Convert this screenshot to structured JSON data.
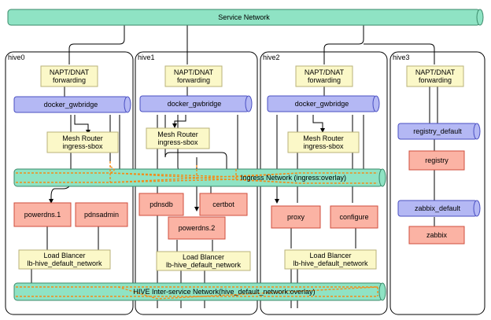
{
  "service_network": {
    "label": "Service Network"
  },
  "ingress_network": {
    "label": "Ingress Network (ingress:overlay)"
  },
  "inter_network": {
    "label": "HIVE Inter-service Network(hive_default_network:overlay)"
  },
  "hives": {
    "hive0": {
      "label": "hive0",
      "napt": [
        "NAPT/DNAT",
        "forwarding"
      ],
      "gwbridge": "docker_gwbridge",
      "router": [
        "Mesh Router",
        "ingress-sbox"
      ],
      "services": [
        "powerdns.1",
        "pdnsadmin"
      ],
      "lb": [
        "Load Blancer",
        "lb-hive_default_network"
      ]
    },
    "hive1": {
      "label": "hive1",
      "napt": [
        "NAPT/DNAT",
        "forwarding"
      ],
      "gwbridge": "docker_gwbridge",
      "router": [
        "Mesh Router",
        "ingress-sbox"
      ],
      "services": [
        "pdnsdb",
        "certbot",
        "powerdns.2"
      ],
      "lb": [
        "Load Blancer",
        "lb-hive_default_network"
      ]
    },
    "hive2": {
      "label": "hive2",
      "napt": [
        "NAPT/DNAT",
        "forwarding"
      ],
      "gwbridge": "docker_gwbridge",
      "router": [
        "Mesh Router",
        "ingress-sbox"
      ],
      "services": [
        "proxy",
        "configure"
      ],
      "lb": [
        "Load Blancer",
        "lb-hive_default_network"
      ]
    },
    "hive3": {
      "label": "hive3",
      "napt": [
        "NAPT/DNAT",
        "forwarding"
      ],
      "registry_net": "registry_default",
      "registry": "registry",
      "zabbix_net": "zabbix_default",
      "zabbix": "zabbix"
    }
  },
  "colors": {
    "network_fill": "#8fe3c4",
    "network_stroke": "#3b8a6a",
    "bridge_fill": "#b4b8f4",
    "bridge_stroke": "#4a4fc2",
    "note_fill": "#fbf8c8",
    "note_stroke": "#b8b27a",
    "service_fill": "#fbb3a4",
    "service_stroke": "#cf4e3c",
    "path_color": "#f28c1a"
  }
}
